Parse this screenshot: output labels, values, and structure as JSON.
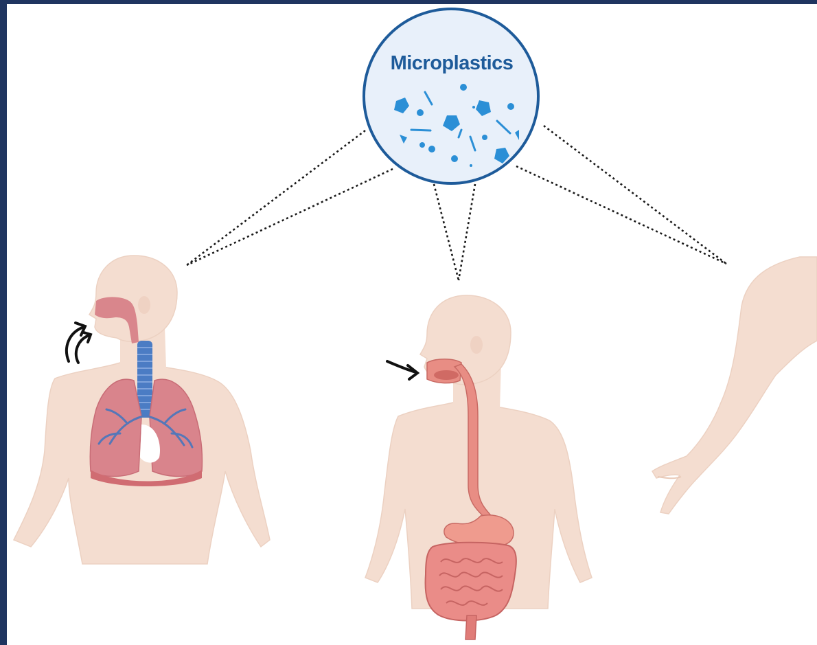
{
  "title": "Microplastics",
  "colors": {
    "frame": "#1f3560",
    "background": "#ffffff",
    "circle_fill": "#e8f0fa",
    "circle_stroke": "#1e5b9a",
    "title_text": "#1e5b9a",
    "particles": "#2b8fd6",
    "dotted_lines": "#1a1a1a",
    "skin": "#f4ddd0",
    "skin_outline": "#e9c9b7",
    "lungs": "#dd7f86",
    "trachea": "#4b7cc4",
    "bronchi": "#5577b8",
    "digestive": "#e88d84",
    "intestine": "#e67a78",
    "arrow": "#111111"
  },
  "routes": [
    {
      "id": "inhalation",
      "organ_icons": [
        "nasal-cavity",
        "trachea",
        "lungs"
      ]
    },
    {
      "id": "ingestion",
      "organ_icons": [
        "mouth",
        "esophagus",
        "stomach",
        "intestines"
      ]
    },
    {
      "id": "dermal",
      "organ_icons": [
        "arm",
        "hand"
      ]
    }
  ]
}
